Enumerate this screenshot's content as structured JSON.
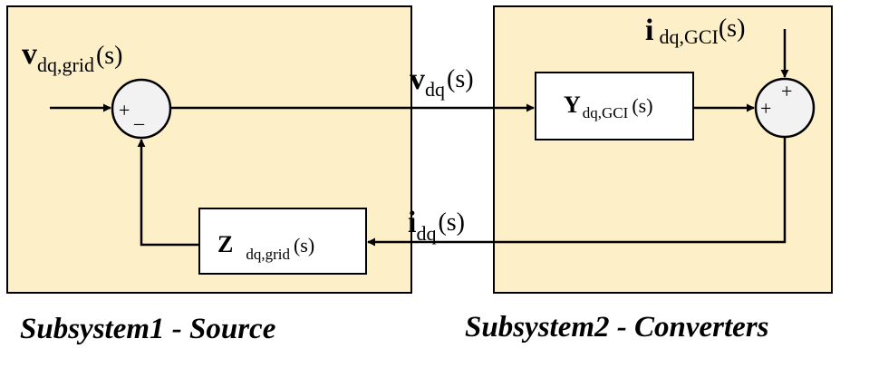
{
  "colors": {
    "panel_fill": "#fdefc8",
    "stroke": "#000000",
    "text": "#000000"
  },
  "signals": {
    "v_grid": {
      "main": "v",
      "sub": "dq,grid",
      "arg": "(s)"
    },
    "v_dq": {
      "main": "v",
      "sub": "dq",
      "arg": "(s)"
    },
    "i_dq": {
      "main": "i",
      "sub": "dq",
      "arg": "(s)"
    },
    "i_gci": {
      "main": "i",
      "sub": "dq,GCI",
      "arg": "(s)"
    }
  },
  "blocks": {
    "y_gci": {
      "main": "Y",
      "sub": "dq,GCI",
      "arg": "(s)"
    },
    "z_grid": {
      "main": "Z",
      "sub": "dq,grid",
      "arg": "(s)"
    }
  },
  "sum_left": {
    "sign_left": "+",
    "sign_bottom": "_"
  },
  "sum_right": {
    "sign_left": "+",
    "sign_top": "+"
  },
  "captions": {
    "subsystem1": "Subsystem1 - Source",
    "subsystem2": "Subsystem2 - Converters"
  }
}
